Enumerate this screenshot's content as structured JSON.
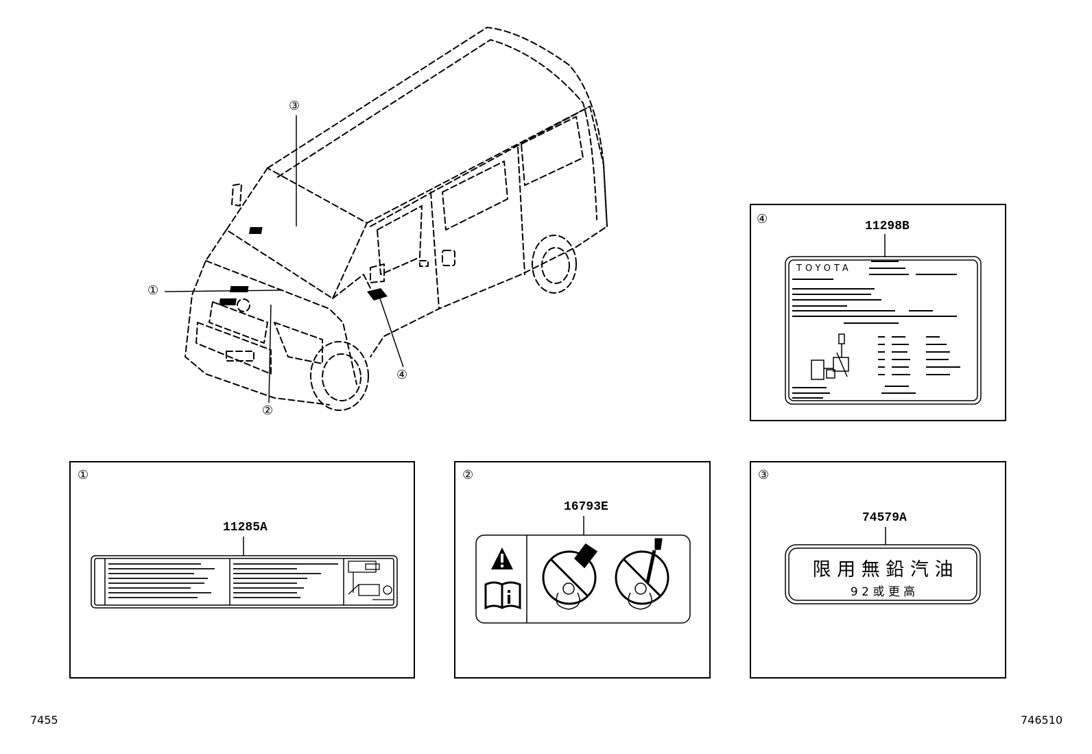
{
  "callouts": [
    "①",
    "②",
    "③",
    "④"
  ],
  "panels": {
    "p1": {
      "marker": "①",
      "part_number": "11285A"
    },
    "p2": {
      "marker": "②",
      "part_number": "16793E"
    },
    "p3": {
      "marker": "③",
      "part_number": "74579A",
      "line1": "限 用 無 鉛 汽 油",
      "line2": "9 2 或 更 高"
    },
    "p4": {
      "marker": "④",
      "part_number": "11298B",
      "brand": "TOYOTA"
    }
  },
  "footer": {
    "left_code": "7455",
    "right_code": "746510"
  }
}
